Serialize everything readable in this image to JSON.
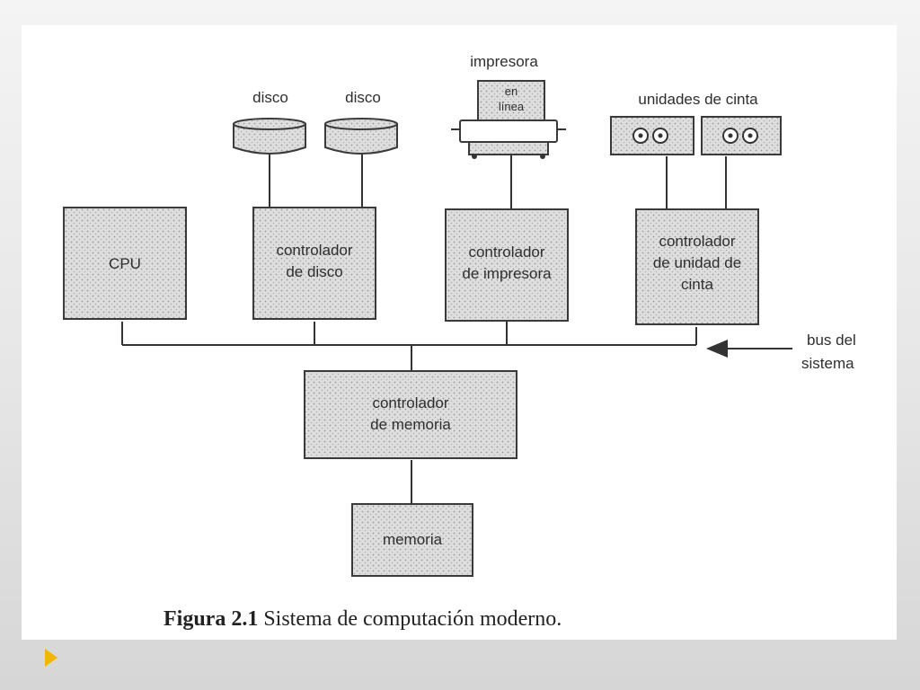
{
  "diagram": {
    "cpu": "CPU",
    "disk_a": "disco",
    "disk_b": "disco",
    "printer": "impresora",
    "printer_paper_line1": "en",
    "printer_paper_line2": "línea",
    "tape_units": "unidades de cinta",
    "disk_controller": [
      "controlador",
      "de disco"
    ],
    "printer_controller": [
      "controlador",
      "de impresora"
    ],
    "tape_controller": [
      "controlador",
      "de unidad de",
      "cinta"
    ],
    "system_bus": [
      "bus del",
      "sistema"
    ],
    "memory_controller": [
      "controlador",
      "de memoria"
    ],
    "memory": "memoria"
  },
  "caption": {
    "label": "Figura 2.1",
    "text": " Sistema de computación moderno."
  },
  "colors": {
    "box_fill": "#dcdcdc",
    "line": "#333333",
    "nav_arrow": "#f5b400"
  },
  "icons": {
    "nav_arrow": "play-triangle-icon"
  }
}
